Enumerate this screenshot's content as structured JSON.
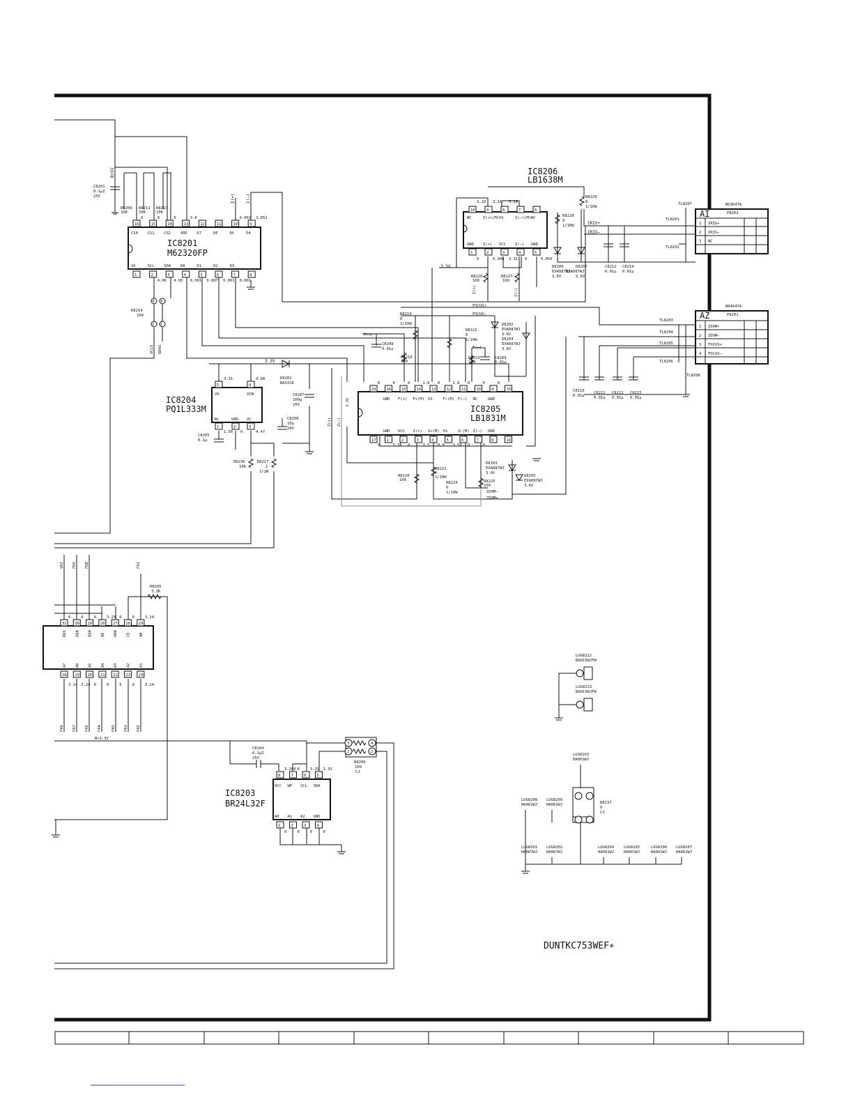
{
  "model_code": "DUNTKC753WEF∗",
  "ics": {
    "ic8201": {
      "ref": "IC8201",
      "part": "M62320FP",
      "top_pins": [
        "16",
        "15",
        "14",
        "13",
        "12",
        "11",
        "10",
        "9"
      ],
      "top_labels": [
        "CS0",
        "CS1",
        "CS2",
        "VDD",
        "D7",
        "D6",
        "D5",
        "D4"
      ],
      "bottom_pins": [
        "1",
        "2",
        "3",
        "4",
        "5",
        "6",
        "7",
        "8"
      ],
      "bottom_labels": [
        "SO",
        "SCL",
        "SDA",
        "D0",
        "D1",
        "D2",
        "D3",
        ""
      ]
    },
    "ic8206": {
      "ref": "IC8206",
      "part": "LB1638M",
      "top_pins": [
        "10",
        "9",
        "8",
        "7",
        "6"
      ],
      "top_labels": [
        "NC",
        "I(+)(M)",
        "VS",
        "I(−)(M)",
        "NC"
      ],
      "bottom_pins": [
        "1",
        "2",
        "3",
        "4",
        "5"
      ],
      "bottom_labels": [
        "GND",
        "I(+)",
        "VCC",
        "I(−)",
        "GND"
      ]
    },
    "ic8204": {
      "ref": "IC8204",
      "part": "PQ1L333M",
      "labels": [
        "VO",
        "VIN",
        "Nr",
        "GND",
        "VC"
      ],
      "pins": [
        "5",
        "4",
        "1",
        "2",
        "3"
      ]
    },
    "ic8205": {
      "ref": "IC8205",
      "part": "LB1831M",
      "top_pins": [
        "20",
        "16",
        "15",
        "14",
        "13",
        "12",
        "11",
        "10",
        "9",
        "19"
      ],
      "top_labels": [
        "GND",
        "F(+)",
        "F+(M)",
        "VS",
        "F−(M)",
        "F(−)",
        "NC",
        "GND"
      ],
      "bottom_pins": [
        "17",
        "1",
        "2",
        "3",
        "4",
        "5",
        "6",
        "7",
        "8",
        "18"
      ],
      "bottom_labels": [
        "GND",
        "VCC",
        "Z(+)",
        "Z+(M)",
        "VS",
        "Z−(M)",
        "Z(−)",
        "GND"
      ]
    },
    "ic8203": {
      "ref": "IC8203",
      "part": "BR24L32F",
      "top_pins": [
        "8",
        "7",
        "6",
        "5"
      ],
      "top_labels": [
        "VCC",
        "WP",
        "SCL",
        "SDA"
      ],
      "bottom_pins": [
        "1",
        "2",
        "3",
        "4"
      ],
      "bottom_labels": [
        "A0",
        "A1",
        "A2",
        "GND"
      ]
    },
    "ic_flash": {
      "top_pins": [
        "31",
        "30",
        "29",
        "26",
        "27",
        "28",
        "29"
      ],
      "top_labels": [
        "DQ1",
        "DQ8",
        "DQ0",
        "OE",
        "GND",
        "CE",
        "A0"
      ],
      "bottom_pins": [
        "18",
        "19",
        "20",
        "21",
        "22",
        "23",
        "24"
      ],
      "bottom_labels": [
        "A7",
        "A6",
        "A5",
        "A4",
        "A3",
        "A2",
        "A1"
      ]
    }
  },
  "connectors": {
    "p8202": {
      "ref": "P8202",
      "type": "N0364TA",
      "header": "AI",
      "pins": [
        "1",
        "2",
        "3"
      ],
      "signals": [
        "IRIS+",
        "IRIS−",
        "NC"
      ]
    },
    "p8201": {
      "ref": "P8201",
      "type": "N0464TA",
      "header": "AZ",
      "pins": [
        "1",
        "2",
        "3",
        "4"
      ],
      "signals": [
        "ZOOM+",
        "ZOOM−",
        "FOCUS+",
        "FOCUS−"
      ]
    }
  },
  "components": {
    "c8201": [
      "C8201",
      "0.1μZ",
      "25V"
    ],
    "r8209": [
      "R8209",
      "10K"
    ],
    "r8211": [
      "R8211",
      "10K"
    ],
    "r8213": [
      "R8213",
      "10K"
    ],
    "r8214": [
      "R8214",
      "100"
    ],
    "r8229": [
      "R8229",
      "0",
      "1/10W"
    ],
    "r8228": [
      "R8228",
      "0",
      "1/10W"
    ],
    "d8206": [
      "D8206",
      "EXA087WJ",
      "3.6V"
    ],
    "d8207": [
      "D8207",
      "EXA087WJ",
      "3.6V"
    ],
    "c8212": [
      "C8212",
      "0.01μ"
    ],
    "c8214": [
      "C8214",
      "0.01μ"
    ],
    "r8226": [
      "R8226",
      "100"
    ],
    "r8227": [
      "R8227",
      "100"
    ],
    "r8219": [
      "R8219",
      "0",
      "1/10W"
    ],
    "r8222": [
      "R8222",
      "0",
      "1/10W"
    ],
    "d8202": [
      "D8202",
      "EXA087WJ",
      "3.6V"
    ],
    "d8204": [
      "D8204",
      "EXA087WJ",
      "3.6V"
    ],
    "c8208": [
      "C8208",
      "0.01μ"
    ],
    "r8218": [
      "R8218",
      "100"
    ],
    "r8223": [
      "R8223",
      "100"
    ],
    "c8209": [
      "C8209",
      "0.01μ"
    ],
    "d8201": [
      "D8201",
      "BAS316"
    ],
    "c8207": [
      "C8207",
      "100μ",
      "16V"
    ],
    "c8206": [
      "C8206",
      "10μ",
      "16V"
    ],
    "c8205": [
      "C8205",
      "0.1μ"
    ],
    "r8236": [
      "R8236",
      "10K"
    ],
    "r8217": [
      "R8217",
      "1",
      "1/2W"
    ],
    "c8210": [
      "C8210",
      "0.01μ"
    ],
    "c8211": [
      "C8211",
      "0.01μ"
    ],
    "c8213": [
      "C8213",
      "0.01μ"
    ],
    "c8215": [
      "C8215",
      "0.01μ"
    ],
    "r8220": [
      "R8220",
      "100"
    ],
    "r8221": [
      "R8221",
      "0",
      "1/10W"
    ],
    "r8224": [
      "R8224",
      "0",
      "1/10W"
    ],
    "r8225": [
      "R8225",
      "100"
    ],
    "d8203": [
      "D8203",
      "EXA087WJ",
      "3.6V"
    ],
    "d8205": [
      "D8205",
      "EXA087WJ",
      "3.6V"
    ],
    "r8205": [
      "R8205",
      "3.3K"
    ],
    "c8204": [
      "C8204",
      "0.1μZ",
      "25V"
    ],
    "r8206": [
      "R8206",
      "100",
      "CJ"
    ],
    "r8237": [
      "R8237",
      "0",
      "CJ"
    ]
  },
  "test_points": [
    "TL8207",
    "TL8201",
    "TL8202",
    "TL8203",
    "TL8204",
    "TL8205",
    "TL8206",
    "TL8208"
  ],
  "lugs": {
    "lug8212": [
      "LUG8212",
      "BA015WJFW"
    ],
    "lug8213": [
      "LUG8213",
      "BA015WJFW"
    ],
    "lug8203": [
      "LUG8203",
      "HA001WJ"
    ],
    "lug8208": [
      "LUG8208",
      "HA001WJ"
    ],
    "lug8209": [
      "LUG8209",
      "HA001WJ"
    ],
    "lug8201": [
      "LUG8201",
      "HA007WJ"
    ],
    "lug8202": [
      "LUG8202",
      "HA007WJ"
    ],
    "lug8204": [
      "LUG8204",
      "HA001WJ"
    ],
    "lug8205": [
      "LUG8205",
      "HA001WJ"
    ],
    "lug8206": [
      "LUG8206",
      "HA001WJ"
    ],
    "lug8207": [
      "LUG8207",
      "HA001WJ"
    ]
  },
  "nets": {
    "b_plus_5v": "B+5V",
    "b_plus_3_3v": "B+3.3V",
    "v3_3": "3.3V",
    "scl_s": "SCLS",
    "sda_s": "SDAS",
    "i_plus": "I(+)",
    "i_minus": "I(−)",
    "iris_plus": "IRIS+",
    "iris_minus": "IRIS−",
    "focus_plus": "FOCUS+",
    "focus_minus": "FOCUS−",
    "f_plus": "F(+)",
    "f_minus": "F(−)",
    "z_plus": "Z(+)",
    "z_minus": "Z(−)",
    "zoom_plus": "ZOOM+",
    "zoom_minus": "ZOOM−",
    "vd1": "VD1",
    "fds": "FDS",
    "fdd": "FDD",
    "fa1": "FA1",
    "fa_bus": [
      "FA6",
      "FA7",
      "FA5",
      "FA4",
      "FA5",
      "FA3",
      "FA2"
    ]
  },
  "voltages": {
    "ic8201_top": [
      "0",
      "0",
      "0",
      "3.0",
      "",
      "",
      "0.002",
      "3.052"
    ],
    "ic8201_bottom": [
      "",
      "4.96",
      "4.95",
      "0.001",
      "0.007",
      "0.001",
      "0.001",
      ""
    ],
    "ic8206_top": [
      "3.18",
      "3.31",
      "3.18"
    ],
    "ic8206_bottom": [
      "0",
      "0.046",
      "3.31",
      "0",
      "0.050"
    ],
    "ic8204": [
      "3.31",
      "4.88",
      "1.56",
      "0",
      "4.47"
    ],
    "ic8205_top": [
      "0",
      "0",
      "0",
      "1.8",
      "0",
      "1.8",
      "0",
      "0",
      "0"
    ],
    "ic8205_bottom": [
      "0",
      "3.3",
      "0",
      "3.5",
      "0.0",
      "3.50",
      "0",
      "0"
    ],
    "ic8203_top": [
      "3.280",
      "0",
      "3.31",
      "3.33"
    ],
    "ic8203_bottom": [
      "0",
      "0",
      "0",
      "0"
    ],
    "flash_top": [
      "0",
      "0",
      "0",
      "3.24",
      "0",
      "0",
      "3.24"
    ],
    "flash_bottom": [
      "3.24",
      "3.24",
      "0",
      "0",
      "0",
      "0",
      "3.24"
    ]
  }
}
